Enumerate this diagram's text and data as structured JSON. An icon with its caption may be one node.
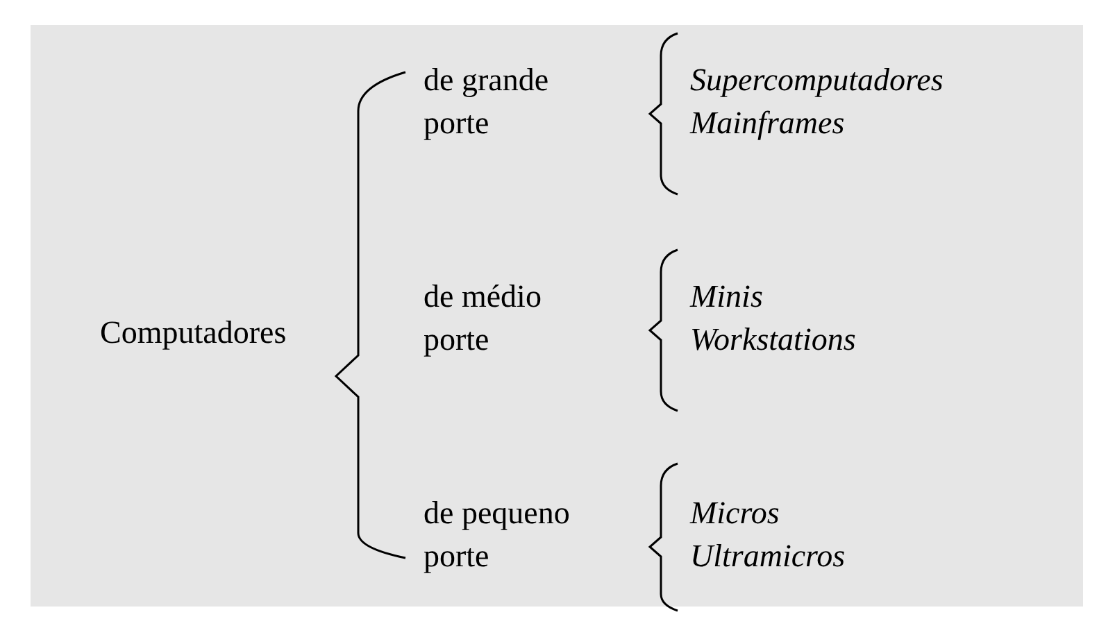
{
  "diagram": {
    "labels": [
      "Computadores",
      "de grande porte",
      "Supercomputadores",
      "Mainframes",
      "de médio porte",
      "Minis",
      "Workstations",
      "de pequeno porte",
      "Micros",
      "Ultramicros"
    ]
  }
}
